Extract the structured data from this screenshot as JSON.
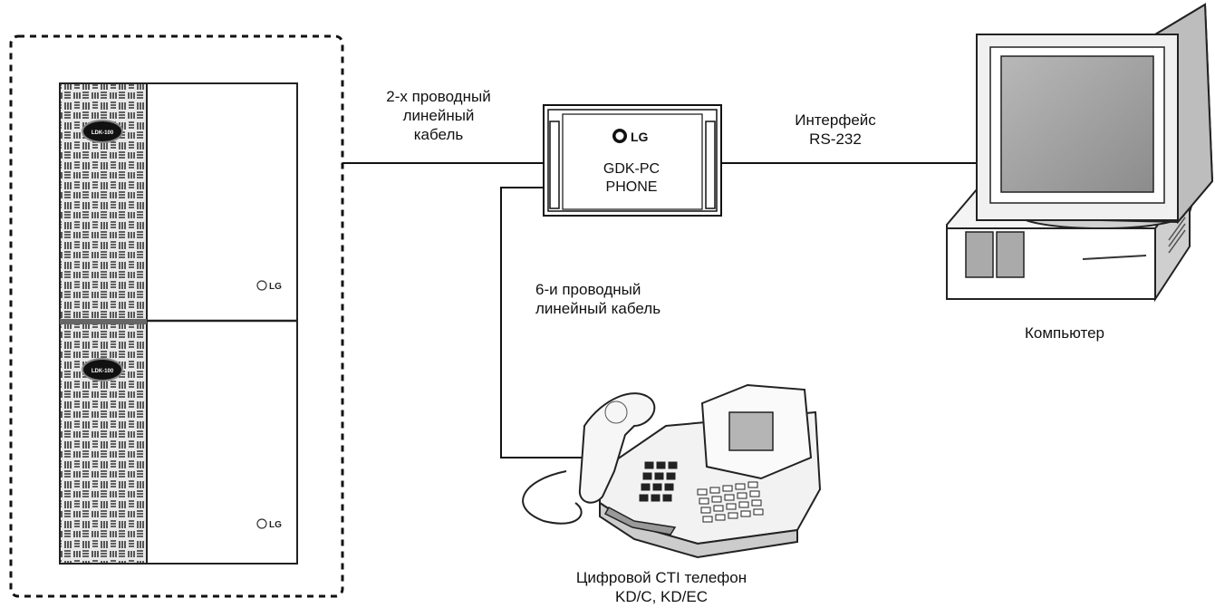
{
  "labels": {
    "two_wire_line1": "2-х проводный",
    "two_wire_line2": "линейный",
    "two_wire_line3": "кабель",
    "interface_line1": "Интерфейс",
    "interface_line2": "RS-232",
    "six_wire_line1": "6-и проводный",
    "six_wire_line2": "линейный кабель",
    "computer": "Компьютер",
    "phone_line1": "Цифровой CTI телефон",
    "phone_line2": "KD/C, KD/EC"
  },
  "adapter": {
    "brand": "LG",
    "model_line1": "GDK-PC",
    "model_line2": "PHONE"
  },
  "pbx": {
    "badge_text": "LDK-100",
    "brand": "LG"
  }
}
